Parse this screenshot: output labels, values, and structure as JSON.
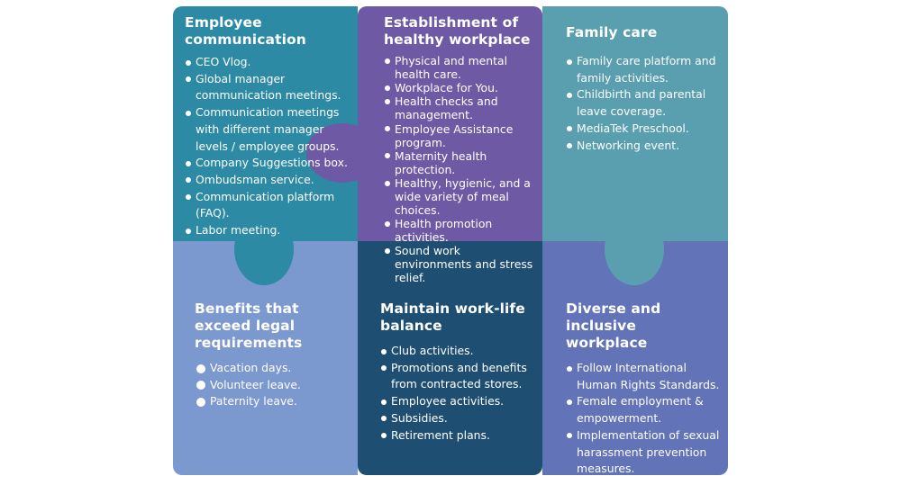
{
  "colors": {
    "employee_communication": "#2c8aa5",
    "healthy_workplace": "#6d59a4",
    "family_care": "#5a9fb0",
    "benefits": "#7b98cf",
    "work_life_balance": "#1e4f73",
    "diverse_inclusive": "#6273b8"
  },
  "tiles": [
    {
      "title": "Employee communication",
      "items": [
        "CEO Vlog.",
        "Global manager communication meetings.",
        "Communication meetings with different manager levels / employee groups.",
        "Company Suggestions box.",
        "Ombudsman service.",
        "Communication platform (FAQ).",
        "Labor meeting."
      ]
    },
    {
      "title": "Establishment of healthy workplace",
      "items": [
        "Physical and mental health care.",
        "Workplace for You.",
        "Health checks and management.",
        "Employee Assistance program.",
        "Maternity health protection.",
        "Healthy, hygienic, and a wide variety of meal choices.",
        "Health promotion activities.",
        "Sound work environments and stress relief."
      ]
    },
    {
      "title": "Family care",
      "items": [
        "Family care platform and family activities.",
        "Childbirth and parental leave coverage.",
        "MediaTek Preschool.",
        "Networking event."
      ]
    },
    {
      "title": "Benefits that exceed legal requirements",
      "items": [
        "Vacation days.",
        "Volunteer leave.",
        "Paternity leave."
      ]
    },
    {
      "title": "Maintain work-life balance",
      "items": [
        "Club activities.",
        "Promotions and benefits from contracted stores.",
        "Employee activities.",
        "Subsidies.",
        "Retirement plans."
      ]
    },
    {
      "title": "Diverse and inclusive workplace",
      "items": [
        "Follow International Human Rights Standards.",
        "Female employment & empowerment.",
        "Implementation of sexual harassment prevention measures."
      ]
    }
  ]
}
